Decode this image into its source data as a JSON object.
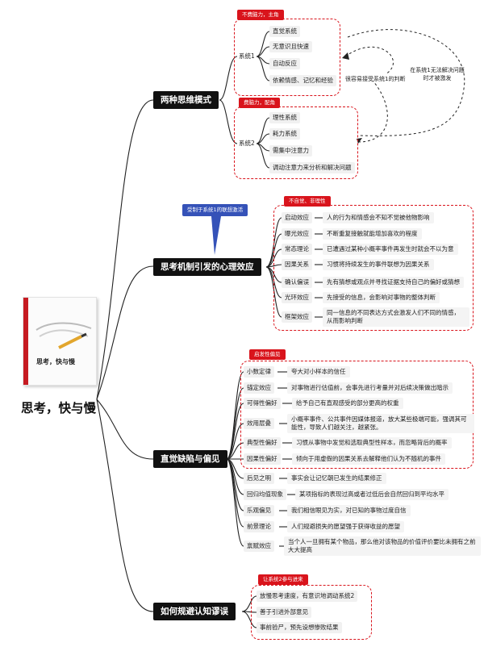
{
  "central": {
    "title": "思考，快与慢",
    "book_cover_title": "思考，快与慢"
  },
  "branches": [
    {
      "label": "两种思维模式",
      "groups": [
        {
          "tag": "不费脑力，主角",
          "label": "系统1",
          "items": [
            "直觉系统",
            "无意识且快速",
            "自动反应",
            "依赖情感、记忆和经验"
          ]
        },
        {
          "tag": "费脑力，配角",
          "label": "系统2",
          "items": [
            "理性系统",
            "耗力系统",
            "需集中注意力",
            "调动注意力来分析和解决问题"
          ]
        }
      ],
      "notes": {
        "system1_to_2": "很容易接受系统1的判断",
        "system2_trigger": "在系统1无法解决问题时才被激发"
      }
    },
    {
      "label": "思考机制引发的心理效应",
      "callout": "受制于系统1的联想激活",
      "tag": "不自觉、非理性",
      "items": [
        {
          "name": "启动效应",
          "desc": "人的行为和情感会不知不觉被他物影响"
        },
        {
          "name": "曝光效应",
          "desc": "不断重复接触就能增加喜欢的程度"
        },
        {
          "name": "常态理论",
          "desc": "已遭遇过某种小概率事件再发生时就会不以为意"
        },
        {
          "name": "因果关系",
          "desc": "习惯将持续发生的事件联想为因果关系"
        },
        {
          "name": "确认偏误",
          "desc": "先有猜想或观点并寻找证据支持自己的偏好或猜想"
        },
        {
          "name": "光环效应",
          "desc": "先接受的信息，会影响对事物的整体判断"
        },
        {
          "name": "框架效应",
          "desc": "同一信息的不同表达方式会激发人们不同的情感，从而影响判断"
        }
      ]
    },
    {
      "label": "直觉缺陷与偏见",
      "tag": "启发性偏见",
      "heuristic_items": [
        {
          "name": "小数定律",
          "desc": "夸大对小样本的信任"
        },
        {
          "name": "锚定效应",
          "desc": "对事物进行估值前，会事先进行考量并对后续决策做出暗示"
        },
        {
          "name": "可得性偏好",
          "desc": "给予自己有直观感受的部分更高的权重"
        },
        {
          "name": "效用层叠",
          "desc": "小概率事件、公共事件因媒体报道，放大某些极端可能，强调其可能性，导致人们越关注，越紧张。"
        },
        {
          "name": "典型性偏好",
          "desc": "习惯从事物中发觉和选取典型性样本，而忽略背后的概率"
        },
        {
          "name": "因果性偏好",
          "desc": "倾向于用虚假的因果关系去解释他们认为不随机的事件"
        }
      ],
      "other_items": [
        {
          "name": "后见之明",
          "desc": "事实会让记忆朝已发生的结果修正"
        },
        {
          "name": "回归均值现象",
          "desc": "某项指标的表现过高或者过低后会自然回归到平均水平"
        },
        {
          "name": "乐观偏见",
          "desc": "我们相信眼见为实，对已知的事物过度自信"
        },
        {
          "name": "前景理论",
          "desc": "人们规避损失的愿望强于获得收益的愿望"
        },
        {
          "name": "禀赋效应",
          "desc": "当个人一旦拥有某个物品，那么他对该物品的价值评价要比未拥有之前大大提高"
        }
      ]
    },
    {
      "label": "如何规避认知谬误",
      "tag": "让系统2参与进来",
      "items": [
        "放慢思考速度，有意识地调动系统2",
        "善于引进外部意见",
        "事前验尸，预先设想惨败结果"
      ]
    }
  ],
  "colors": {
    "accent_red": "#d9141c",
    "callout_blue": "#3552b8",
    "node_black": "#111111",
    "item_bg": "#f1f1f1"
  }
}
